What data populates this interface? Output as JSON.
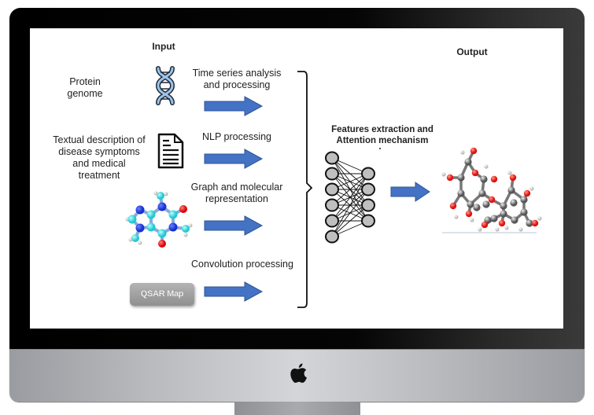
{
  "device": {
    "type": "desktop-monitor",
    "logo": "apple-logo-icon"
  },
  "diagram": {
    "input_heading": "Input",
    "output_heading": "Output",
    "inputs": [
      {
        "label": "Protein genome",
        "label_lines": [
          "Protein",
          "genome"
        ],
        "icon": "dna-icon",
        "process_lines": [
          "Time series analysis",
          "and processing"
        ]
      },
      {
        "label": "Textual description of disease symptoms and medical treatment",
        "label_lines": [
          "Textual description of",
          "disease symptoms",
          "and medical",
          "treatment"
        ],
        "icon": "document-icon",
        "process_lines": [
          "NLP processing"
        ]
      },
      {
        "label": "",
        "icon": "molecule-icon",
        "process_lines": [
          "Graph and molecular",
          "representation"
        ]
      },
      {
        "label": "QSAR Map",
        "icon": "qsar-map-badge",
        "process_lines": [
          "Convolution processing"
        ]
      }
    ],
    "center_lines": [
      "Features extraction and",
      "Attention mechanism"
    ],
    "neural_network": {
      "layer_sizes": [
        6,
        4
      ]
    },
    "output_icon": "output-molecule-icon",
    "colors": {
      "arrow": "#4472C4",
      "arrow_border": "#2F5597",
      "dna": "#9DC3E6",
      "text": "#222222",
      "node_fill": "#BFBFBF",
      "atom_carbon_mol1": "#33D6DD",
      "atom_nitrogen": "#1430D0",
      "atom_oxygen": "#E01010",
      "atom_carbon_mol2": "#7A7A7A"
    }
  }
}
